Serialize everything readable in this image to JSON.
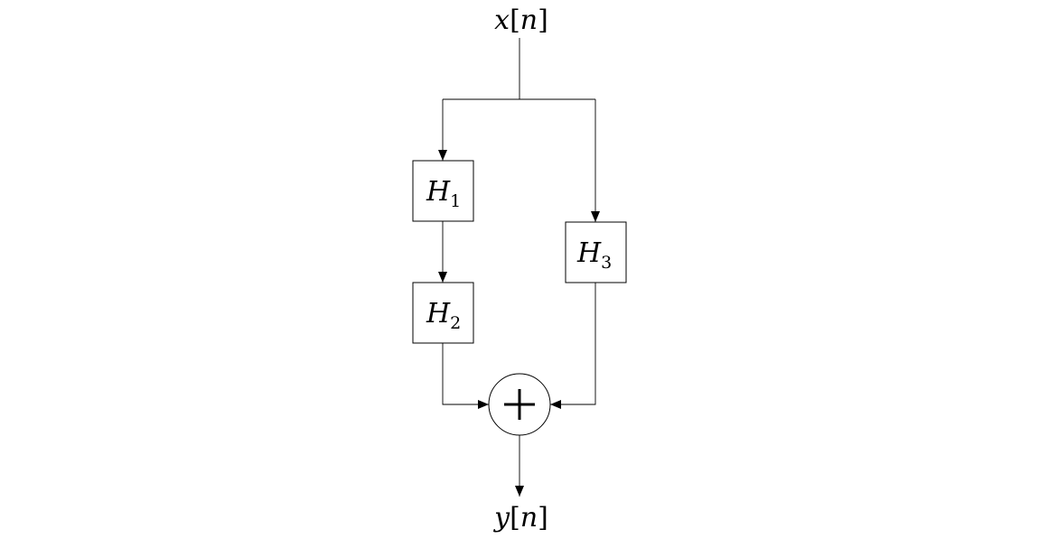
{
  "input": {
    "var": "x",
    "index": "n"
  },
  "output": {
    "var": "y",
    "index": "n"
  },
  "blocks": [
    {
      "letter": "H",
      "index": "1"
    },
    {
      "letter": "H",
      "index": "2"
    },
    {
      "letter": "H",
      "index": "3"
    }
  ],
  "adder": {
    "symbol": "+"
  },
  "colors": {
    "stroke": "#000000",
    "background": "#ffffff"
  }
}
